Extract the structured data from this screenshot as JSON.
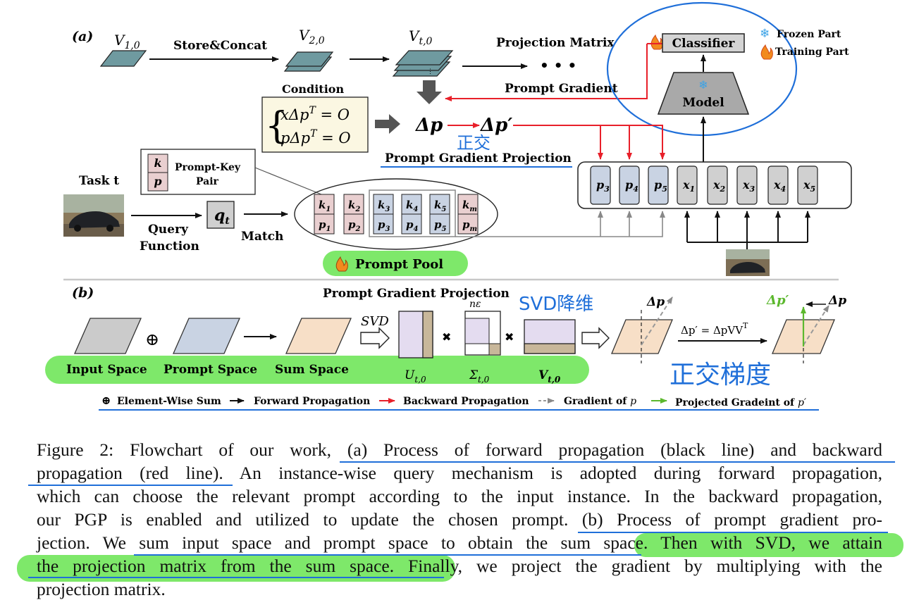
{
  "panel_a": {
    "label": "(a)",
    "v10": "V",
    "v10_sub": "1,0",
    "store_concat": "Store&Concat",
    "v20": "V",
    "v20_sub": "2,0",
    "vt0": "V",
    "vt0_sub": "t,0",
    "projection_matrix": "Projection Matrix",
    "ellipsis": "• • •",
    "classifier": "Classifier",
    "model": "Model",
    "legend_frozen": "Frozen Part",
    "legend_training": "Training Part",
    "prompt_gradient": "Prompt Gradient",
    "condition_title": "Condition",
    "condition_eq1": "xΔp",
    "condition_eq1_sup": "T",
    "condition_eq1_rhs": " = O",
    "condition_eq2": "pΔp",
    "condition_eq2_sup": "T",
    "condition_eq2_rhs": " = O",
    "delta_p": "Δp",
    "delta_p_prime": "Δp′",
    "pgp_label": "Prompt Gradient Projection",
    "pk_k": "k",
    "pk_p": "p",
    "pk_label_1": "Prompt-Key",
    "pk_label_2": "Pair",
    "task": "Task t",
    "query_fn_1": "Query",
    "query_fn_2": "Function",
    "qt": "q",
    "qt_sub": "t",
    "match": "Match",
    "prompt_pool": "Prompt Pool",
    "pool_keys": [
      {
        "k": "k",
        "ks": "1",
        "p": "p",
        "ps": "1"
      },
      {
        "k": "k",
        "ks": "2",
        "p": "p",
        "ps": "2"
      },
      {
        "k": "k",
        "ks": "3",
        "p": "p",
        "ps": "3"
      },
      {
        "k": "k",
        "ks": "4",
        "p": "p",
        "ps": "4"
      },
      {
        "k": "k",
        "ks": "5",
        "p": "p",
        "ps": "5"
      },
      {
        "k": "k",
        "ks": "m",
        "p": "p",
        "ps": "m"
      }
    ],
    "tokens": [
      {
        "t": "p",
        "s": "3"
      },
      {
        "t": "p",
        "s": "4"
      },
      {
        "t": "p",
        "s": "5"
      },
      {
        "t": "x",
        "s": "1"
      },
      {
        "t": "x",
        "s": "2"
      },
      {
        "t": "x",
        "s": "3"
      },
      {
        "t": "x",
        "s": "4"
      },
      {
        "t": "x",
        "s": "5"
      }
    ],
    "handwritten_1": "正交"
  },
  "panel_b": {
    "label": "(b)",
    "title": "Prompt Gradient Projection",
    "n_eps": "nε",
    "svd": "SVD",
    "input_space": "Input Space",
    "prompt_space": "Prompt Space",
    "sum_space": "Sum Space",
    "u": "U",
    "u_sub": "t,0",
    "sigma": "Σ",
    "sigma_sub": "t,0",
    "v": "V",
    "v_sub": "t,0",
    "handwritten_svd": "SVD降维",
    "delta_p": "Δp",
    "proj_eq": "Δp′ = ΔpVV",
    "proj_eq_sup": "T",
    "delta_p_prime": "Δp′",
    "handwritten_2": "正交梯度"
  },
  "legend_row": {
    "sum": "Element-Wise Sum",
    "forward": "Forward Propagation",
    "backward": "Backward Propagation",
    "gradient": "Gradient of ",
    "gradient_var": "p",
    "projected": "Projected Gradeint of ",
    "projected_var": "p′"
  },
  "caption": {
    "lines": [
      "Figure 2: Flowchart of our work, (a) Process of forward propagation (black line) and backward",
      "propagation (red line). An instance-wise query mechanism is adopted during forward propagation,",
      "which can choose the relevant prompt according to the input instance. In the backward propagation,",
      "our PGP is enabled and utilized to update the chosen prompt. (b) Process of prompt gradient pro-",
      "jection. We sum input space and prompt space to obtain the sum space. Then with SVD, we attain",
      "the projection matrix from the sum space. Finally, we project the gradient by multiplying with the",
      "projection matrix."
    ]
  },
  "colors": {
    "red": "#e8202a",
    "blue_annot": "#1f6fd9",
    "green_highlight": "#7ee86a",
    "slate": "#6f9aa0",
    "prompt_pink": "#e9cfd0",
    "prompt_blue": "#c9d3e3",
    "token_grey": "#d0d0d0",
    "sum_peach": "#f7dfc7"
  }
}
